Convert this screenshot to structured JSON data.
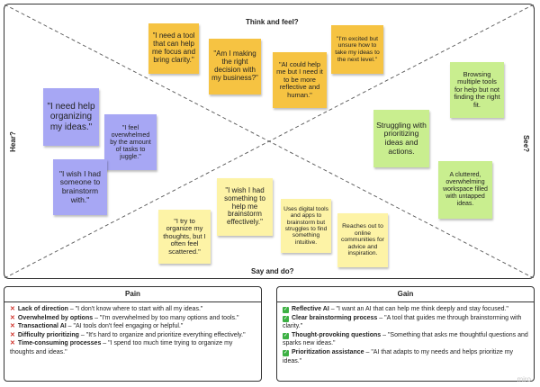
{
  "board": {
    "top_label": "Think and feel?",
    "bottom_label": "Say and do?",
    "left_label": "Hear?",
    "right_label": "See?"
  },
  "notes": {
    "think_1": "\"I need a tool that can help me focus and bring clarity.\"",
    "think_2": "\"Am I making the right decision with my business?\"",
    "think_3": "\"AI could help me but I need it to be more reflective and human.\"",
    "think_4": "\"I'm excited but unsure how to take my ideas to the next level.\"",
    "hear_1": "\"I need help organizing my ideas.\"",
    "hear_2": "\"I feel overwhelmed by the amount of tasks to juggle.\"",
    "hear_3": "\"I wish I had someone to brainstorm with.\"",
    "see_1": "Browsing multiple tools for help but not finding the right fit.",
    "see_2": "Struggling with prioritizing ideas and actions.",
    "see_3": "A cluttered, overwhelming workspace filled with untapped ideas.",
    "say_1": "\"I wish I had something to help me brainstorm effectively.\"",
    "say_2": "\"I try to organize my thoughts, but I often feel scattered.\"",
    "say_3": "Uses digital tools and apps to brainstorm but struggles to find something intuitive.",
    "say_4": "Reaches out to online communities for advice and inspiration."
  },
  "pain": {
    "title": "Pain",
    "items": [
      {
        "label": "Lack of direction",
        "quote": " – \"I don't know where to start with all my ideas.\""
      },
      {
        "label": "Overwhelmed by options",
        "quote": " – \"I'm overwhelmed by too many options and tools.\""
      },
      {
        "label": "Transactional AI",
        "quote": " – \"AI tools don't feel engaging or helpful.\""
      },
      {
        "label": "Difficulty prioritizing",
        "quote": " – \"It's hard to organize and prioritize everything effectively.\""
      },
      {
        "label": "Time-consuming processes",
        "quote": " – \"I spend too much time trying to organize my thoughts and ideas.\""
      }
    ]
  },
  "gain": {
    "title": "Gain",
    "items": [
      {
        "label": "Reflective AI",
        "quote": " – \"I want an AI that can help me think deeply and stay focused.\""
      },
      {
        "label": "Clear brainstorming process",
        "quote": " – \"A tool that guides me through brainstorming with clarity.\""
      },
      {
        "label": "Thought-provoking questions",
        "quote": " – \"Something that asks me thoughtful questions and sparks new ideas.\""
      },
      {
        "label": "Prioritization assistance",
        "quote": " – \"AI that adapts to my needs and helps prioritize my ideas.\""
      }
    ]
  },
  "watermark": "miro",
  "colors": {
    "orange_note": "#f6c342",
    "yellow_note": "#fdf3a6",
    "purple_note": "#a7a7f4",
    "green_note": "#c9ee8f",
    "pain_mark": "#d0342c",
    "gain_mark": "#3cb043"
  },
  "icons": {
    "pain_marker": "red-x-icon",
    "gain_marker": "green-check-icon"
  }
}
